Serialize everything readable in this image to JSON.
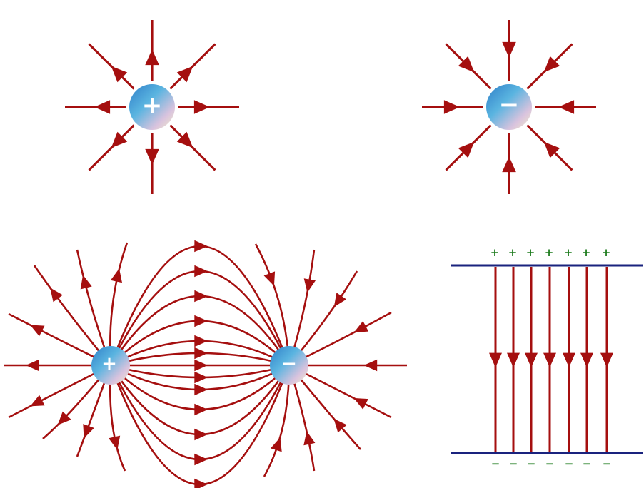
{
  "colors": {
    "field_line": "#a50f0f",
    "plate": "#1a237e",
    "plate_charge": "#1b7a1b",
    "charge_gradient": [
      "#2f7fc8",
      "#5ab4e0",
      "#d9c3de",
      "#f3ecc8"
    ]
  },
  "isolated_positive": {
    "sign": "+",
    "field_direction": "outward",
    "line_count": 8
  },
  "isolated_negative": {
    "sign": "−",
    "field_direction": "inward",
    "line_count": 8
  },
  "dipole": {
    "positive_sign": "+",
    "negative_sign": "−"
  },
  "parallel_plates": {
    "top_charges": [
      "+",
      "+",
      "+",
      "+",
      "+",
      "+",
      "+"
    ],
    "bottom_charges": [
      "−",
      "−",
      "−",
      "−",
      "−",
      "−",
      "−"
    ],
    "field_direction": "down",
    "line_count": 7
  }
}
